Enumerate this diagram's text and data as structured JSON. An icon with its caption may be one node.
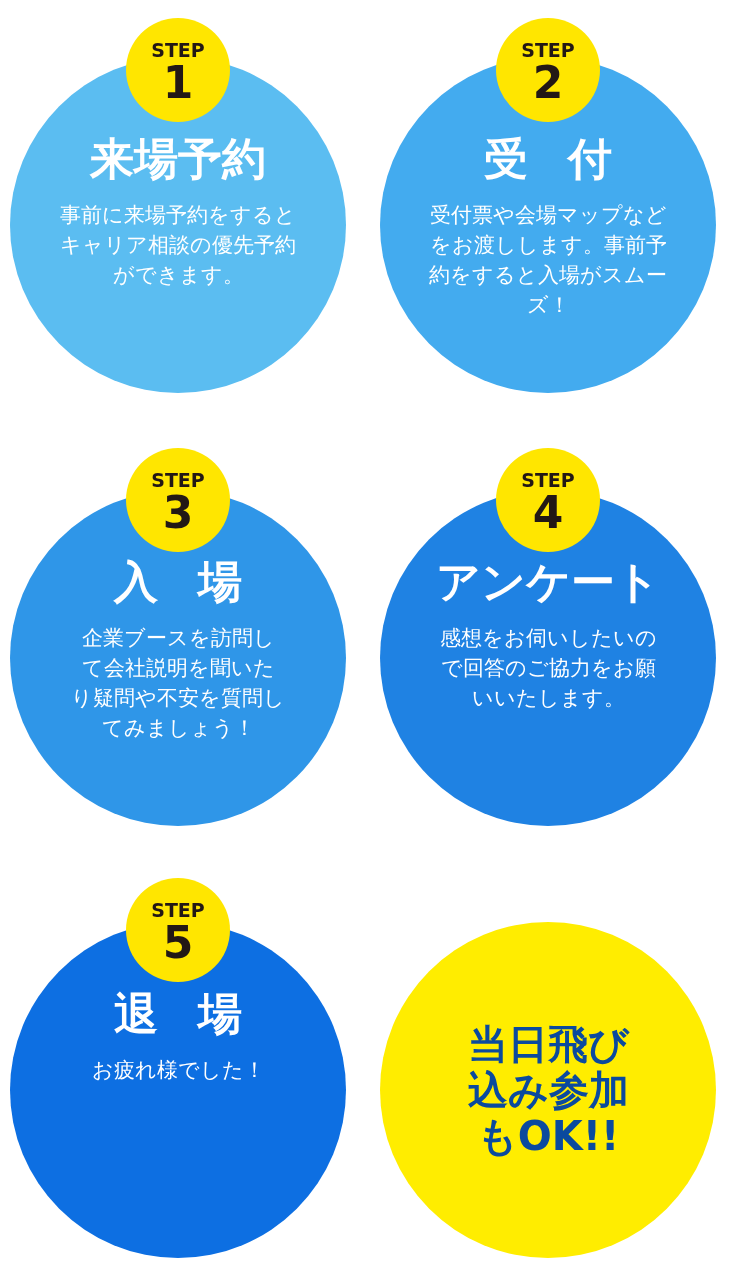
{
  "diagram": {
    "nodes": [
      {
        "text": [
          "STEP",
          "1"
        ]
      },
      {
        "text": [
          "来場予約",
          "事前に来場予約をするとキャリア相談の優先予約ができます。"
        ]
      },
      {
        "text": [
          "STEP",
          "2"
        ]
      },
      {
        "text": [
          "受付",
          "受付票や会場マップなどをお渡しします。事前予約をすると入場がスムーズ！"
        ]
      },
      {
        "text": [
          "STEP",
          "3"
        ]
      },
      {
        "text": [
          "入場",
          "企業ブースを訪問して会社説明を聞いたり疑問や不安を質問してみましょう！"
        ]
      },
      {
        "text": [
          "STEP",
          "4"
        ]
      },
      {
        "text": [
          "アンケート",
          "感想をお伺いしたいので回答のご協力をお願いいたします。"
        ]
      },
      {
        "text": [
          "STEP",
          "5"
        ]
      },
      {
        "text": [
          "退場",
          "お疲れ様でした！"
        ]
      },
      {
        "text": [
          "当日飛び込み参加もOK!!"
        ]
      }
    ]
  }
}
